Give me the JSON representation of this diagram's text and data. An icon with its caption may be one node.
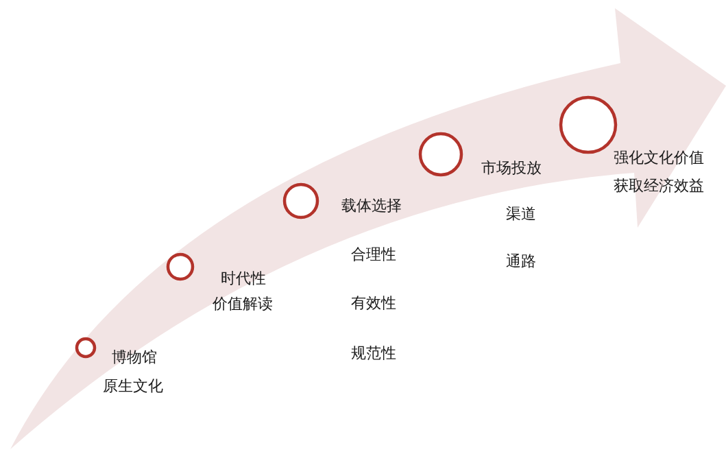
{
  "diagram": {
    "nodes": [
      {
        "text": [],
        "shape": "circle",
        "beside": [
          "博物馆",
          "原生文化"
        ]
      },
      {
        "text": [],
        "shape": "circle",
        "beside": [
          "时代性",
          "价值解读"
        ]
      },
      {
        "text": [],
        "shape": "circle",
        "beside": [
          "载体选择",
          "合理性",
          "有效性",
          "规范性"
        ]
      },
      {
        "text": [],
        "shape": "circle",
        "beside": [
          "市场投放",
          "渠道",
          "通路"
        ]
      },
      {
        "text": [],
        "shape": "circle",
        "beside": [
          "强化文化价值",
          "获取经济效益"
        ]
      }
    ]
  }
}
